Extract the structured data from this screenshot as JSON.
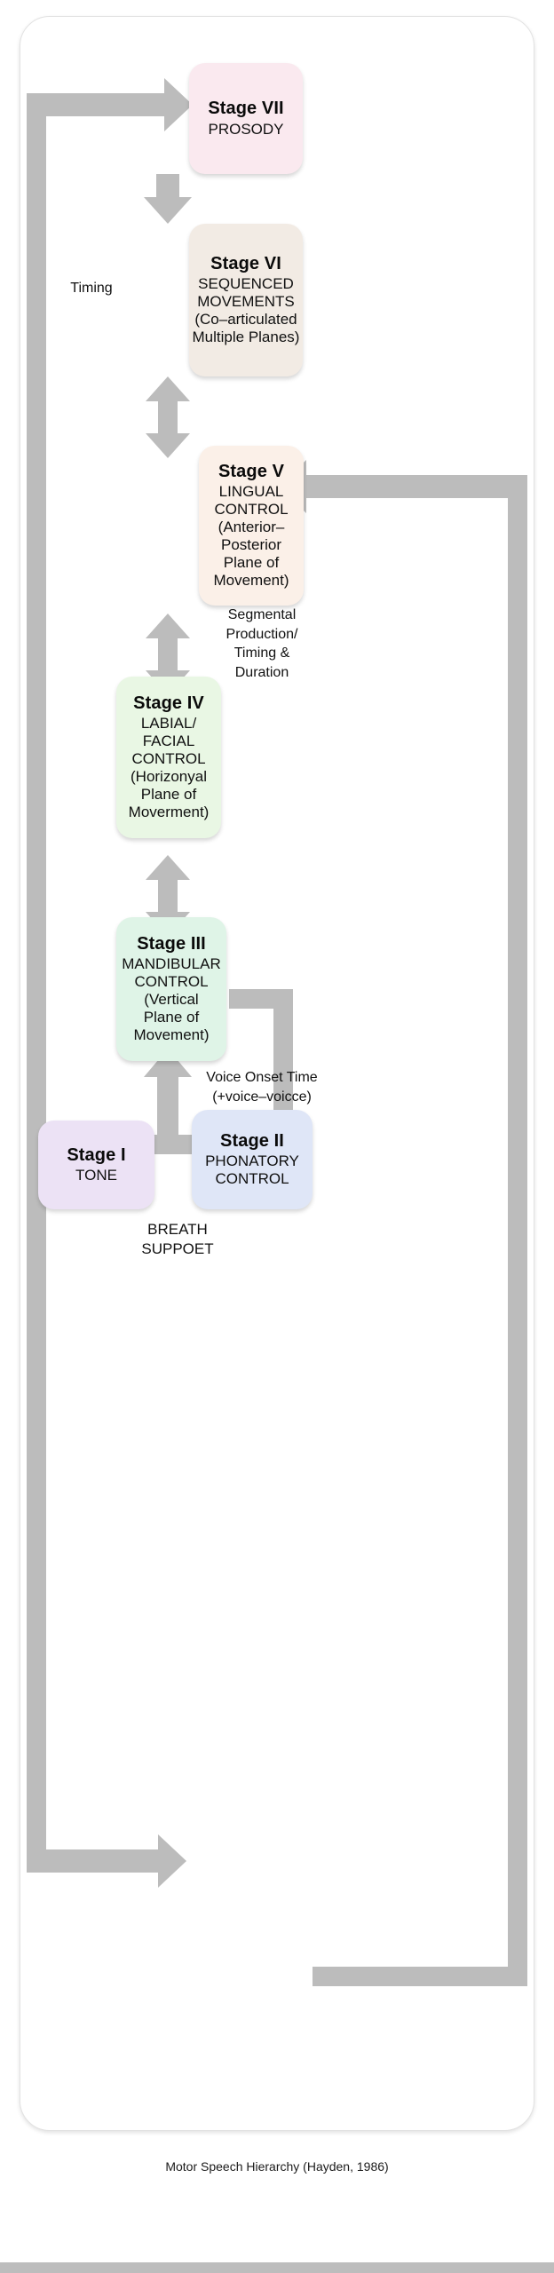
{
  "figure": {
    "caption": "Motor Speech Hierarchy (Hayden, 1986)",
    "frame_color": "#e2e2e2",
    "arrow_color": "#bcbcbc"
  },
  "stages": [
    {
      "id": "stage-7",
      "title": "Stage VII",
      "subtitle_lines": [
        "PROSODY"
      ],
      "color": "#fae9ef"
    },
    {
      "id": "stage-6",
      "title": "Stage VI",
      "subtitle_lines": [
        "SEQUENCED",
        "MOVEMENTS",
        "(Co–articulated",
        "Multiple Planes)"
      ],
      "color": "#f2ebe4"
    },
    {
      "id": "stage-5",
      "title": "Stage V",
      "subtitle_lines": [
        "LINGUAL",
        "CONTROL",
        "(Anterior–",
        "Posterior",
        "Plane of",
        "Movement)"
      ],
      "color": "#fbf0e8"
    },
    {
      "id": "stage-4",
      "title": "Stage IV",
      "subtitle_lines": [
        "LABIAL/",
        "FACIAL",
        "CONTROL",
        "(Horizonyal",
        "Plane of",
        "Moverment)"
      ],
      "color": "#e9f7e4"
    },
    {
      "id": "stage-3",
      "title": "Stage III",
      "subtitle_lines": [
        "MANDIBULAR",
        "CONTROL",
        "(Vertical",
        "Plane of",
        "Movement)"
      ],
      "color": "#dff4e7"
    },
    {
      "id": "stage-1",
      "title": "Stage I",
      "subtitle_lines": [
        "TONE"
      ],
      "color": "#ece2f5"
    },
    {
      "id": "stage-2",
      "title": "Stage II",
      "subtitle_lines": [
        "PHONATORY",
        "CONTROL"
      ],
      "color": "#dfe6f7"
    }
  ],
  "labels": {
    "timing": "Timing",
    "segmental_lines": [
      "Segmental",
      "Production/",
      "Timing &",
      "Duration"
    ],
    "voice_onset_lines": [
      "Voice Onset Time",
      "(+voice–voicce)"
    ],
    "breath_support_lines": [
      "BREATH",
      "SUPPOET"
    ]
  },
  "chart_data": {
    "type": "diagram",
    "title": "Motor Speech Hierarchy (Hayden, 1986)",
    "nodes": [
      {
        "id": "stage-7",
        "label": "Stage VII PROSODY",
        "level": 7
      },
      {
        "id": "stage-6",
        "label": "Stage VI SEQUENCED MOVEMENTS (Co-articulated Multiple Planes)",
        "level": 6
      },
      {
        "id": "stage-5",
        "label": "Stage V LINGUAL CONTROL (Anterior-Posterior Plane of Movement)",
        "level": 5
      },
      {
        "id": "stage-4",
        "label": "Stage IV LABIAL/FACIAL CONTROL (Horizonyal Plane of Moverment)",
        "level": 4
      },
      {
        "id": "stage-3",
        "label": "Stage III MANDIBULAR CONTROL (Vertical Plane of Movement)",
        "level": 3
      },
      {
        "id": "stage-2",
        "label": "Stage II PHONATORY CONTROL",
        "level": 2
      },
      {
        "id": "stage-1",
        "label": "Stage I TONE",
        "level": 1
      }
    ],
    "edges": [
      {
        "from": "stage-7",
        "to": "stage-6",
        "dir": "down",
        "label": ""
      },
      {
        "from": "stage-6",
        "to": "stage-5",
        "dir": "both",
        "label": ""
      },
      {
        "from": "stage-5",
        "to": "stage-4",
        "dir": "both",
        "label": "Segmental Production/ Timing & Duration"
      },
      {
        "from": "stage-4",
        "to": "stage-3",
        "dir": "both",
        "label": ""
      },
      {
        "from": "stage-1",
        "to": "stage-3",
        "dir": "up",
        "label": ""
      },
      {
        "from": "stage-2",
        "to": "stage-3",
        "dir": "up",
        "label": "Voice Onset Time (+voice-voicce)"
      },
      {
        "from": "stage-1",
        "to": "stage-7",
        "dir": "up-left",
        "label": "Timing"
      },
      {
        "from": "stage-2",
        "to": "stage-6",
        "dir": "up-right",
        "label": ""
      },
      {
        "from": "stage-4",
        "to": "stage-5",
        "dir": "right-loop",
        "label": "Segmental Production/ Timing & Duration"
      }
    ]
  }
}
